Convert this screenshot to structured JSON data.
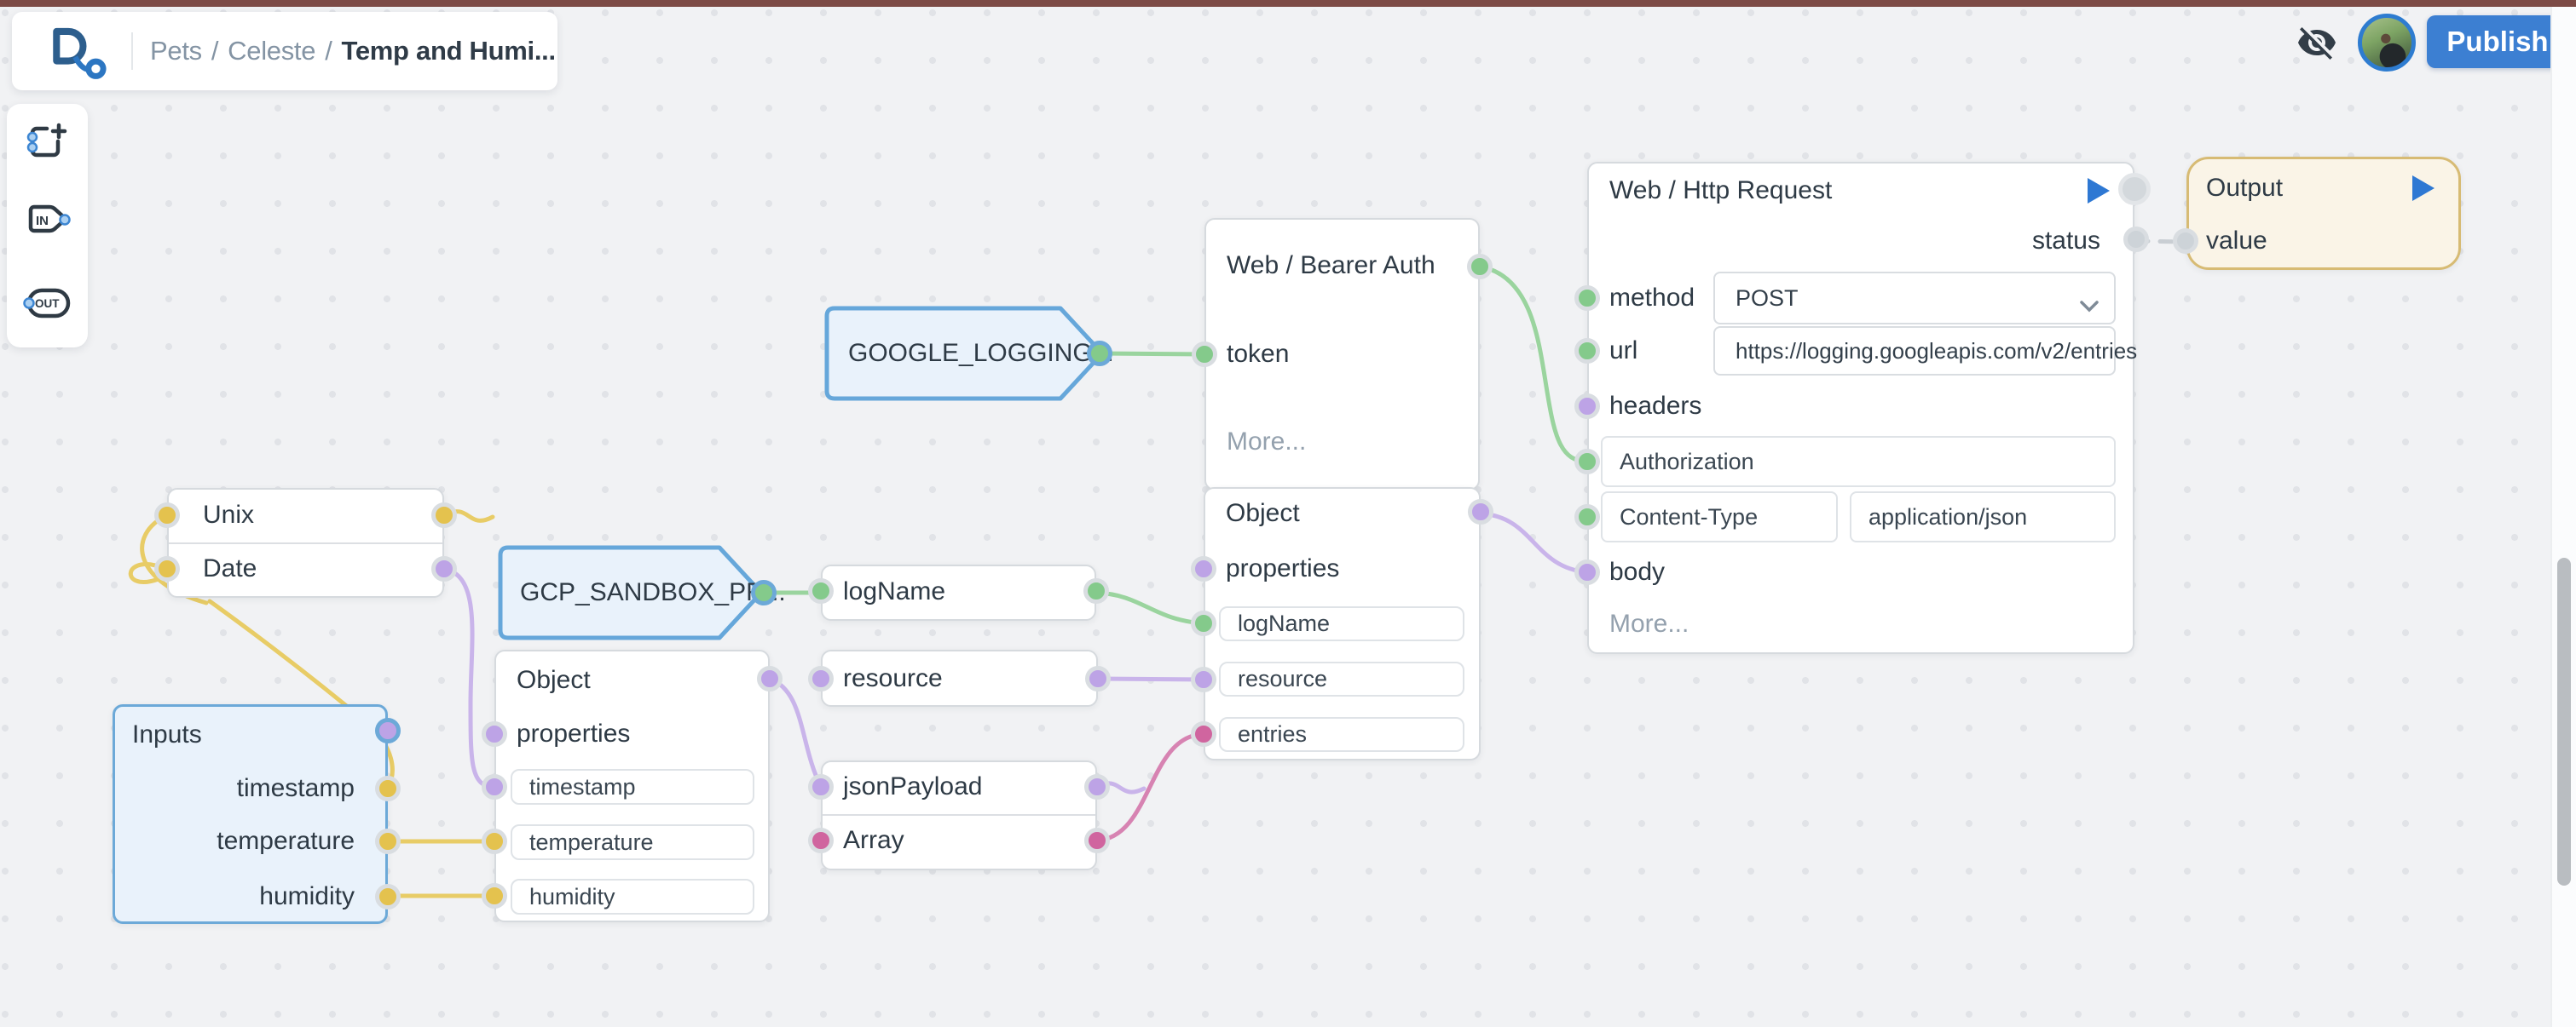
{
  "top_bar": {
    "color": "#7d4b46"
  },
  "breadcrumb": {
    "path1": "Pets",
    "sep1": "/",
    "path2": "Celeste",
    "sep2": "/",
    "current": "Temp and Humi..."
  },
  "header_actions": {
    "visibility_icon": "eye-off-icon",
    "publish_label": "Publish"
  },
  "toolbar": {
    "add_node_icon": "add-node-icon",
    "in_label": "IN",
    "out_label": "OUT"
  },
  "nodes": {
    "google_logging": {
      "label": "GOOGLE_LOGGING..."
    },
    "gcp_sandbox": {
      "label": "GCP_SANDBOX_PR..."
    },
    "bearer_auth": {
      "category": "Web",
      "sep": "/",
      "title": "Bearer Auth",
      "token_label": "token",
      "more_label": "More..."
    },
    "http_request": {
      "category": "Web",
      "sep": "/",
      "title": "Http Request",
      "status_label": "status",
      "method_label": "method",
      "method_value": "POST",
      "url_label": "url",
      "url_value": "https://logging.googleapis.com/v2/entries",
      "headers_label": "headers",
      "header_key_1": "Authorization",
      "header_key_2": "Content-Type",
      "header_value_2": "application/json",
      "body_label": "body",
      "more_label": "More..."
    },
    "output": {
      "title": "Output",
      "value_label": "value"
    },
    "unix_date": {
      "row1": "Unix",
      "row2": "Date"
    },
    "log_name": {
      "label": "logName"
    },
    "resource": {
      "label": "resource"
    },
    "json_payload": {
      "row1": "jsonPayload",
      "row2": "Array"
    },
    "object_left": {
      "title": "Object",
      "properties_label": "properties",
      "field1": "timestamp",
      "field2": "temperature",
      "field3": "humidity"
    },
    "object_right": {
      "title": "Object",
      "properties_label": "properties",
      "field1": "logName",
      "field2": "resource",
      "field3": "entries"
    },
    "inputs": {
      "title": "Inputs",
      "field1": "timestamp",
      "field2": "temperature",
      "field3": "humidity"
    }
  },
  "colors": {
    "accent_blue": "#2e78d3",
    "publish_blue": "#3c7fd2",
    "selection_blue": "#6ca9d8",
    "port_green": "#84ca8b",
    "port_purple": "#bda3e6",
    "port_yellow": "#e4c24e",
    "port_pink": "#d0659f",
    "port_gray": "#cdd3d8",
    "wire_green": "#9ad49e",
    "wire_purple": "#c9b4ea",
    "wire_yellow": "#e8cc66",
    "wire_pink": "#d783b2",
    "output_gold": "#d7bb74",
    "top_bar_maroon": "#7d4b46"
  }
}
